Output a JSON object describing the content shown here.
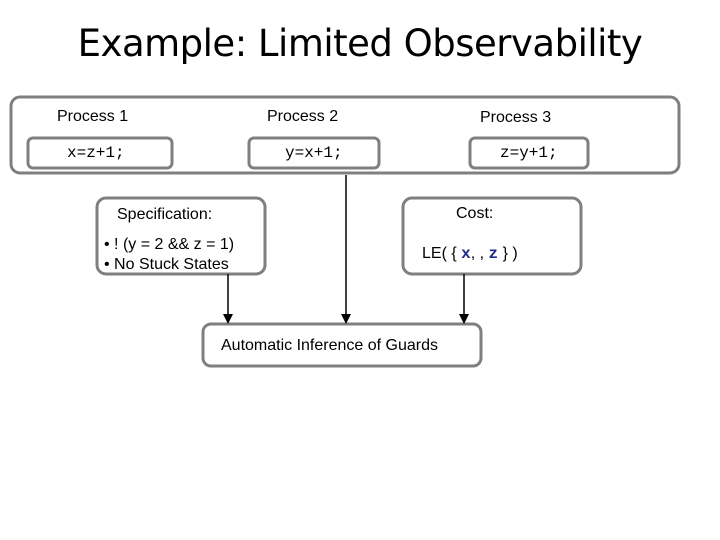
{
  "title": "Example: Limited Observability",
  "processes": [
    {
      "label": "Process 1",
      "code": "x=z+1;"
    },
    {
      "label": "Process 2",
      "code": "y=x+1;"
    },
    {
      "label": "Process 3",
      "code": "z=y+1;"
    }
  ],
  "specification": {
    "label": "Specification:",
    "items": [
      "• ! (y = 2 && z = 1)",
      "• No Stuck States"
    ]
  },
  "cost": {
    "label": "Cost:",
    "prefix": "LE( {",
    "var1": "x",
    "sep": ",  ,",
    "var2": "z",
    "suffix": "} )"
  },
  "inference": {
    "label": "Automatic Inference of Guards"
  }
}
